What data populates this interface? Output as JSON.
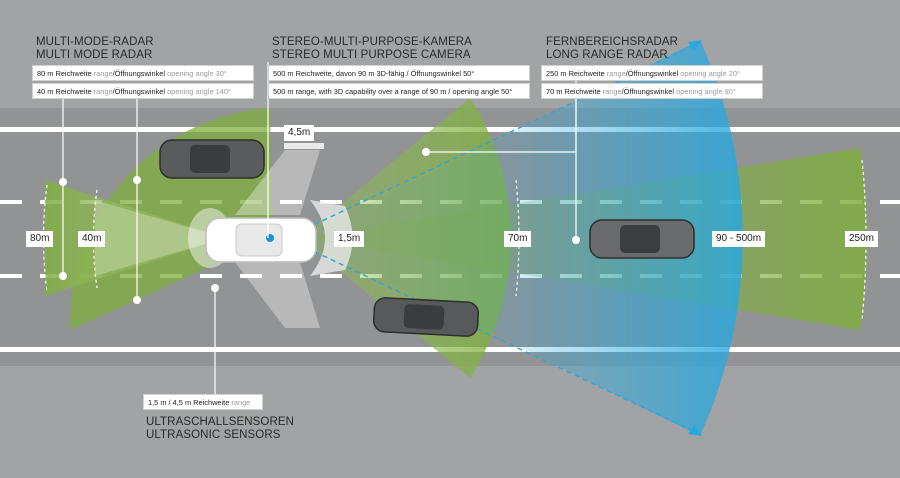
{
  "headings": {
    "multi_mode_radar_de": "MULTI-MODE-RADAR",
    "multi_mode_radar_en": "MULTI MODE RADAR",
    "stereo_camera_de": "STEREO-MULTI-PURPOSE-KAMERA",
    "stereo_camera_en": "STEREO MULTI PURPOSE CAMERA",
    "long_range_radar_de": "FERNBEREICHSRADAR",
    "long_range_radar_en": "LONG RANGE RADAR",
    "ultrasonic_de": "ULTRASCHALLSENSOREN",
    "ultrasonic_en": "ULTRASONIC SENSORS"
  },
  "info": {
    "radar80_a": "80 m Reichweite ",
    "radar80_b": "range",
    "radar80_c": "/Öffnungswinkel ",
    "radar80_d": "opening angle 30°",
    "radar40_a": "40 m Reichweite ",
    "radar40_b": "range",
    "radar40_c": "/Öffnungswinkel ",
    "radar40_d": "opening angle 140°",
    "camera_de": "500 m Reichweite, davon 90 m 3D-fähig / Öffnungswinkel 50°",
    "camera_en": "500 m range, with 3D capability over a range of 90 m / opening angle 50°",
    "lr250_a": "250 m Reichweite ",
    "lr250_b": "range",
    "lr250_c": "/Öffnungswinkel ",
    "lr250_d": "opening angle 20°",
    "lr70_a": "70 m Reichweite ",
    "lr70_b": "range",
    "lr70_c": "/Öffnungswinkel ",
    "lr70_d": "opening angle 90°",
    "us_a": "1,5 m / 4,5 m Reichweite ",
    "us_b": "range"
  },
  "distances": {
    "d80": "80m",
    "d40": "40m",
    "d15": "1,5m",
    "d45": "4,5m",
    "d70": "70m",
    "d90_500": "90 - 500m",
    "d250": "250m"
  },
  "colors": {
    "road": "#9a9b9c",
    "lane_line": "#ffffff",
    "radar_green": "#7fae3f",
    "long_range_blue": "#2aa8de",
    "text": "#2a2a2a"
  }
}
